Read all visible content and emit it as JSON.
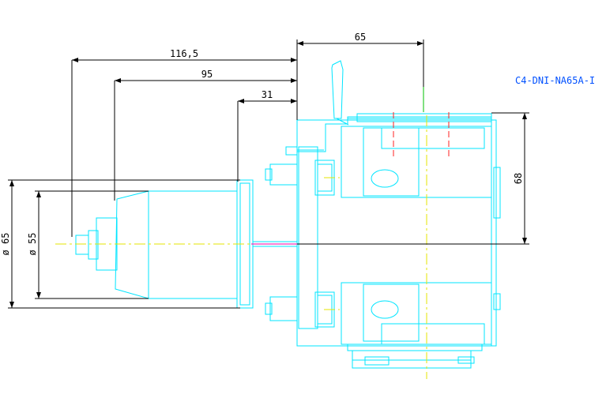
{
  "part_label": "C4-DNI-NA65A-I",
  "dimensions": {
    "d1": "116,5",
    "d2": "95",
    "d3": "31",
    "d4": "65",
    "d5": "68",
    "d6": "ø 65",
    "d7": "ø 55"
  },
  "colors": {
    "outline": "#00e5ff",
    "centerline": "#e6e600",
    "dimension": "#000000",
    "label": "#0050ff",
    "accent_red": "#ff2020",
    "accent_green": "#00c000"
  }
}
